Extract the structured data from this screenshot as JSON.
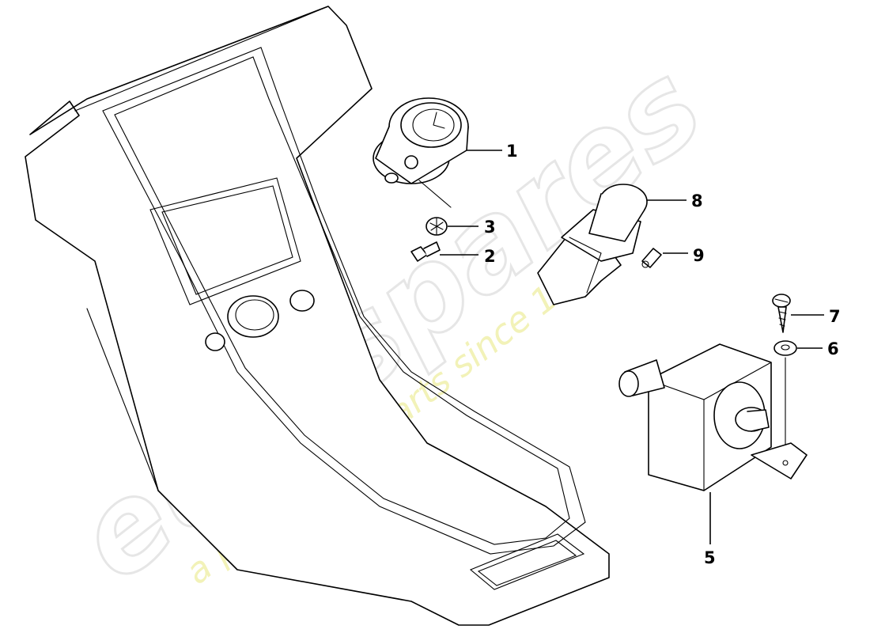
{
  "watermark": {
    "brand": "eurospares",
    "tagline": "a passion for parts since 1985"
  },
  "callouts": [
    {
      "id": "1",
      "label": "1"
    },
    {
      "id": "2",
      "label": "2"
    },
    {
      "id": "3",
      "label": "3"
    },
    {
      "id": "5",
      "label": "5"
    },
    {
      "id": "6",
      "label": "6"
    },
    {
      "id": "7",
      "label": "7"
    },
    {
      "id": "8",
      "label": "8"
    },
    {
      "id": "9",
      "label": "9"
    }
  ],
  "colors": {
    "line": "#000000",
    "background": "#ffffff",
    "watermark_outline": "#e6e6e6",
    "watermark_tagline": "#f2f2b8"
  }
}
